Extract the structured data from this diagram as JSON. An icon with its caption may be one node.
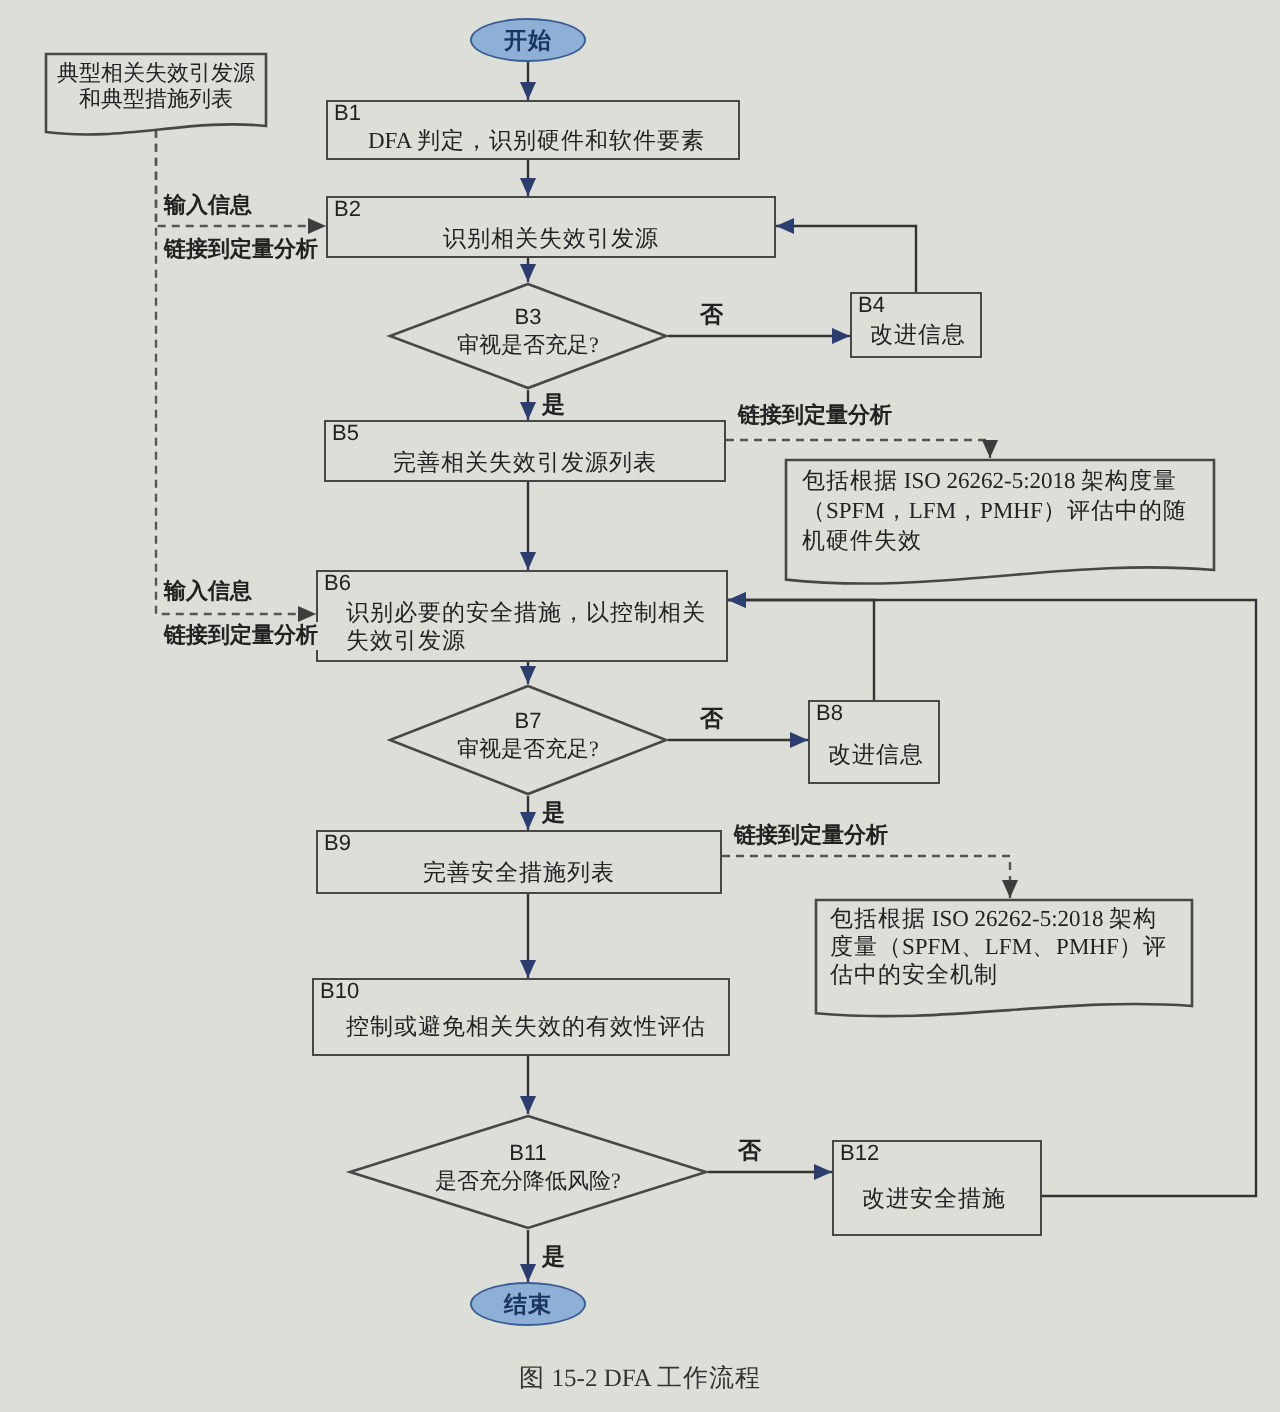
{
  "diagram": {
    "caption": "图 15-2 DFA 工作流程",
    "nodes": [
      {
        "text": [
          "开始"
        ]
      },
      {
        "text": [
          "典型相关失效引发源和典型措施列表"
        ]
      },
      {
        "text": [
          "B1",
          "DFA 判定，识别硬件和软件要素"
        ]
      },
      {
        "text": [
          "B2",
          "识别相关失效引发源"
        ]
      },
      {
        "text": [
          "B3",
          "审视是否充足?"
        ]
      },
      {
        "text": [
          "B4",
          "改进信息"
        ]
      },
      {
        "text": [
          "B5",
          "完善相关失效引发源列表"
        ]
      },
      {
        "text": [
          "包括根据 ISO 26262-5:2018 架构度量（SPFM，LFM，PMHF）评估中的随机硬件失效"
        ]
      },
      {
        "text": [
          "B6",
          "识别必要的安全措施，以控制相关失效引发源"
        ]
      },
      {
        "text": [
          "B7",
          "审视是否充足?"
        ]
      },
      {
        "text": [
          "B8",
          "改进信息"
        ]
      },
      {
        "text": [
          "B9",
          "完善安全措施列表"
        ]
      },
      {
        "text": [
          "包括根据 ISO 26262-5:2018 架构度量（SPFM、LFM、PMHF）评估中的安全机制"
        ]
      },
      {
        "text": [
          "B10",
          "控制或避免相关失效的有效性评估"
        ]
      },
      {
        "text": [
          "B11",
          "是否充分降低风险?"
        ]
      },
      {
        "text": [
          "B12",
          "改进安全措施"
        ]
      },
      {
        "text": [
          "结束"
        ]
      }
    ],
    "edges": [
      {
        "from": 0,
        "to": 2,
        "arrow": "to"
      },
      {
        "from": 2,
        "to": 3,
        "arrow": "to"
      },
      {
        "from": 3,
        "to": 4,
        "arrow": "to"
      },
      {
        "from": 4,
        "to": 5,
        "arrow": "to",
        "label": "否"
      },
      {
        "from": 4,
        "to": 6,
        "arrow": "to",
        "label": "是"
      },
      {
        "from": 5,
        "to": 3,
        "arrow": "to"
      },
      {
        "from": 1,
        "to": 3,
        "arrow": "to",
        "label": "输入信息",
        "style": "dashed"
      },
      {
        "from": 1,
        "to": 8,
        "arrow": "to",
        "label": "输入信息",
        "style": "dashed"
      },
      {
        "from": 6,
        "to": 8,
        "arrow": "to"
      },
      {
        "from": 6,
        "to": 7,
        "arrow": "to",
        "label": "链接到定量分析",
        "style": "dashed"
      },
      {
        "from": 8,
        "to": 9,
        "arrow": "to"
      },
      {
        "from": 9,
        "to": 10,
        "arrow": "to",
        "label": "否"
      },
      {
        "from": 9,
        "to": 11,
        "arrow": "to",
        "label": "是"
      },
      {
        "from": 10,
        "to": 8,
        "arrow": "to"
      },
      {
        "from": 11,
        "to": 13,
        "arrow": "to"
      },
      {
        "from": 11,
        "to": 12,
        "arrow": "to",
        "label": "链接到定量分析",
        "style": "dashed"
      },
      {
        "from": 13,
        "to": 14,
        "arrow": "to"
      },
      {
        "from": 14,
        "to": 15,
        "arrow": "to",
        "label": "否"
      },
      {
        "from": 14,
        "to": 16,
        "arrow": "to",
        "label": "是"
      },
      {
        "from": 15,
        "to": 8,
        "arrow": "to"
      }
    ],
    "labels": [
      "链接到定量分析",
      "链接到定量分析"
    ]
  }
}
